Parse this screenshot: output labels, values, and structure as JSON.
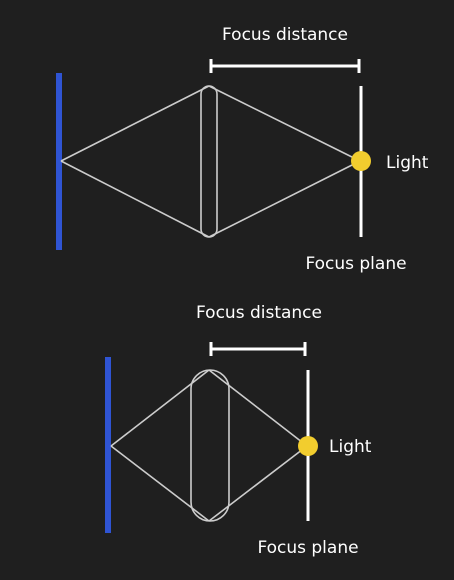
{
  "diagrams": [
    {
      "focus_distance_label": "Focus distance",
      "light_label": "Light",
      "focus_plane_label": "Focus plane"
    },
    {
      "focus_distance_label": "Focus distance",
      "light_label": "Light",
      "focus_plane_label": "Focus plane"
    }
  ],
  "colors": {
    "background": "#1f1f1f",
    "sensor": "#2f54d3",
    "light": "#f2cd2e",
    "line": "#ffffff",
    "ray": "#cccccc"
  }
}
